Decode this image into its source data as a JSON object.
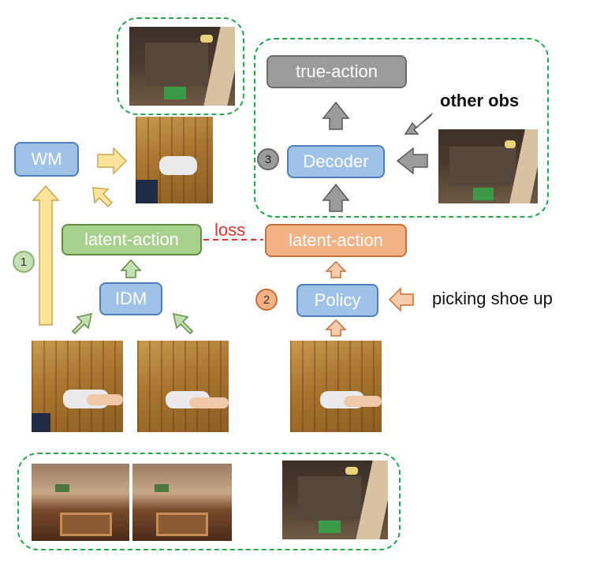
{
  "nodes": {
    "wm": "WM",
    "latent_action_left": "latent-action",
    "idm": "IDM",
    "latent_action_right": "latent-action",
    "policy": "Policy",
    "decoder": "Decoder",
    "true_action": "true-action"
  },
  "labels": {
    "loss": "loss",
    "other_obs": "other obs",
    "instruction": "picking shoe up"
  },
  "steps": {
    "one": "1",
    "two": "2",
    "three": "3"
  },
  "colors": {
    "blue_fill": "#9fc3e8",
    "green_fill": "#a9d18e",
    "orange_fill": "#f4b183",
    "gray_fill": "#9b9b9b",
    "yellow_arrow": "#fde29a",
    "dashed_border": "#22a84a",
    "loss_line": "#e53030"
  }
}
